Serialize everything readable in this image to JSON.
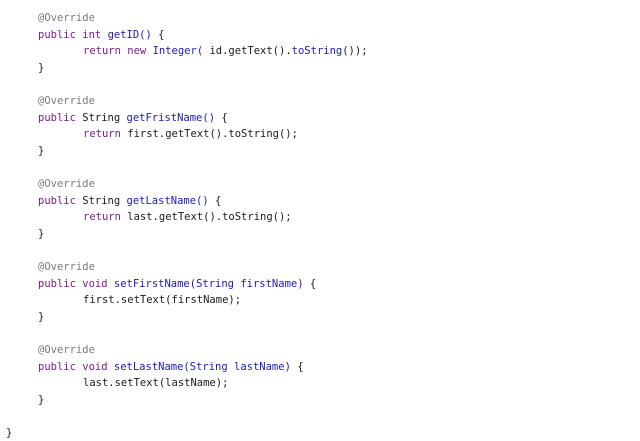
{
  "editor": {
    "colors": {
      "annotation": "#7a7a7a",
      "keyword": "#7a1e8c",
      "method": "#1a1ab4",
      "plain": "#1a1a1a"
    },
    "lines": [
      {
        "indent": 1,
        "tokens": [
          {
            "t": "@Override",
            "c": "annotation"
          }
        ]
      },
      {
        "indent": 1,
        "tokens": [
          {
            "t": "public",
            "c": "keyword"
          },
          {
            "t": " ",
            "c": "plain"
          },
          {
            "t": "int",
            "c": "keyword"
          },
          {
            "t": " ",
            "c": "plain"
          },
          {
            "t": "getID()",
            "c": "method"
          },
          {
            "t": " {",
            "c": "plain"
          }
        ]
      },
      {
        "indent": 2,
        "tokens": [
          {
            "t": "return",
            "c": "keyword"
          },
          {
            "t": " ",
            "c": "plain"
          },
          {
            "t": "new",
            "c": "keyword"
          },
          {
            "t": " ",
            "c": "plain"
          },
          {
            "t": "Integer(",
            "c": "method"
          },
          {
            "t": " id.getText().",
            "c": "plain"
          },
          {
            "t": "toString",
            "c": "method"
          },
          {
            "t": "());",
            "c": "plain"
          }
        ]
      },
      {
        "indent": 1,
        "tokens": [
          {
            "t": "}",
            "c": "plain"
          }
        ]
      },
      {
        "indent": 0,
        "tokens": []
      },
      {
        "indent": 1,
        "tokens": [
          {
            "t": "@Override",
            "c": "annotation"
          }
        ]
      },
      {
        "indent": 1,
        "tokens": [
          {
            "t": "public",
            "c": "keyword"
          },
          {
            "t": " String ",
            "c": "plain"
          },
          {
            "t": "getFristName()",
            "c": "method"
          },
          {
            "t": " {",
            "c": "plain"
          }
        ]
      },
      {
        "indent": 2,
        "tokens": [
          {
            "t": "return",
            "c": "keyword"
          },
          {
            "t": " first.getText().toString();",
            "c": "plain"
          }
        ]
      },
      {
        "indent": 1,
        "tokens": [
          {
            "t": "}",
            "c": "plain"
          }
        ]
      },
      {
        "indent": 0,
        "tokens": []
      },
      {
        "indent": 1,
        "tokens": [
          {
            "t": "@Override",
            "c": "annotation"
          }
        ]
      },
      {
        "indent": 1,
        "tokens": [
          {
            "t": "public",
            "c": "keyword"
          },
          {
            "t": " String ",
            "c": "plain"
          },
          {
            "t": "getLastName()",
            "c": "method"
          },
          {
            "t": " {",
            "c": "plain"
          }
        ]
      },
      {
        "indent": 2,
        "tokens": [
          {
            "t": "return",
            "c": "keyword"
          },
          {
            "t": " last.getText().toString();",
            "c": "plain"
          }
        ]
      },
      {
        "indent": 1,
        "tokens": [
          {
            "t": "}",
            "c": "plain"
          }
        ]
      },
      {
        "indent": 0,
        "tokens": []
      },
      {
        "indent": 1,
        "tokens": [
          {
            "t": "@Override",
            "c": "annotation"
          }
        ]
      },
      {
        "indent": 1,
        "tokens": [
          {
            "t": "public",
            "c": "keyword"
          },
          {
            "t": " ",
            "c": "plain"
          },
          {
            "t": "void",
            "c": "keyword"
          },
          {
            "t": " ",
            "c": "plain"
          },
          {
            "t": "setFirstName(String firstName)",
            "c": "method"
          },
          {
            "t": " {",
            "c": "plain"
          }
        ]
      },
      {
        "indent": 2,
        "tokens": [
          {
            "t": "first.setText(firstName);",
            "c": "plain"
          }
        ]
      },
      {
        "indent": 1,
        "tokens": [
          {
            "t": "}",
            "c": "plain"
          }
        ]
      },
      {
        "indent": 0,
        "tokens": []
      },
      {
        "indent": 1,
        "tokens": [
          {
            "t": "@Override",
            "c": "annotation"
          }
        ]
      },
      {
        "indent": 1,
        "tokens": [
          {
            "t": "public",
            "c": "keyword"
          },
          {
            "t": " ",
            "c": "plain"
          },
          {
            "t": "void",
            "c": "keyword"
          },
          {
            "t": " ",
            "c": "plain"
          },
          {
            "t": "setLastName(String lastName)",
            "c": "method"
          },
          {
            "t": " {",
            "c": "plain"
          }
        ]
      },
      {
        "indent": 2,
        "tokens": [
          {
            "t": "last.setText(lastName);",
            "c": "plain"
          }
        ]
      },
      {
        "indent": 1,
        "tokens": [
          {
            "t": "}",
            "c": "plain"
          }
        ]
      },
      {
        "indent": 0,
        "tokens": []
      },
      {
        "indent": 0,
        "tokens": [
          {
            "t": "}",
            "c": "plain"
          }
        ]
      }
    ]
  }
}
